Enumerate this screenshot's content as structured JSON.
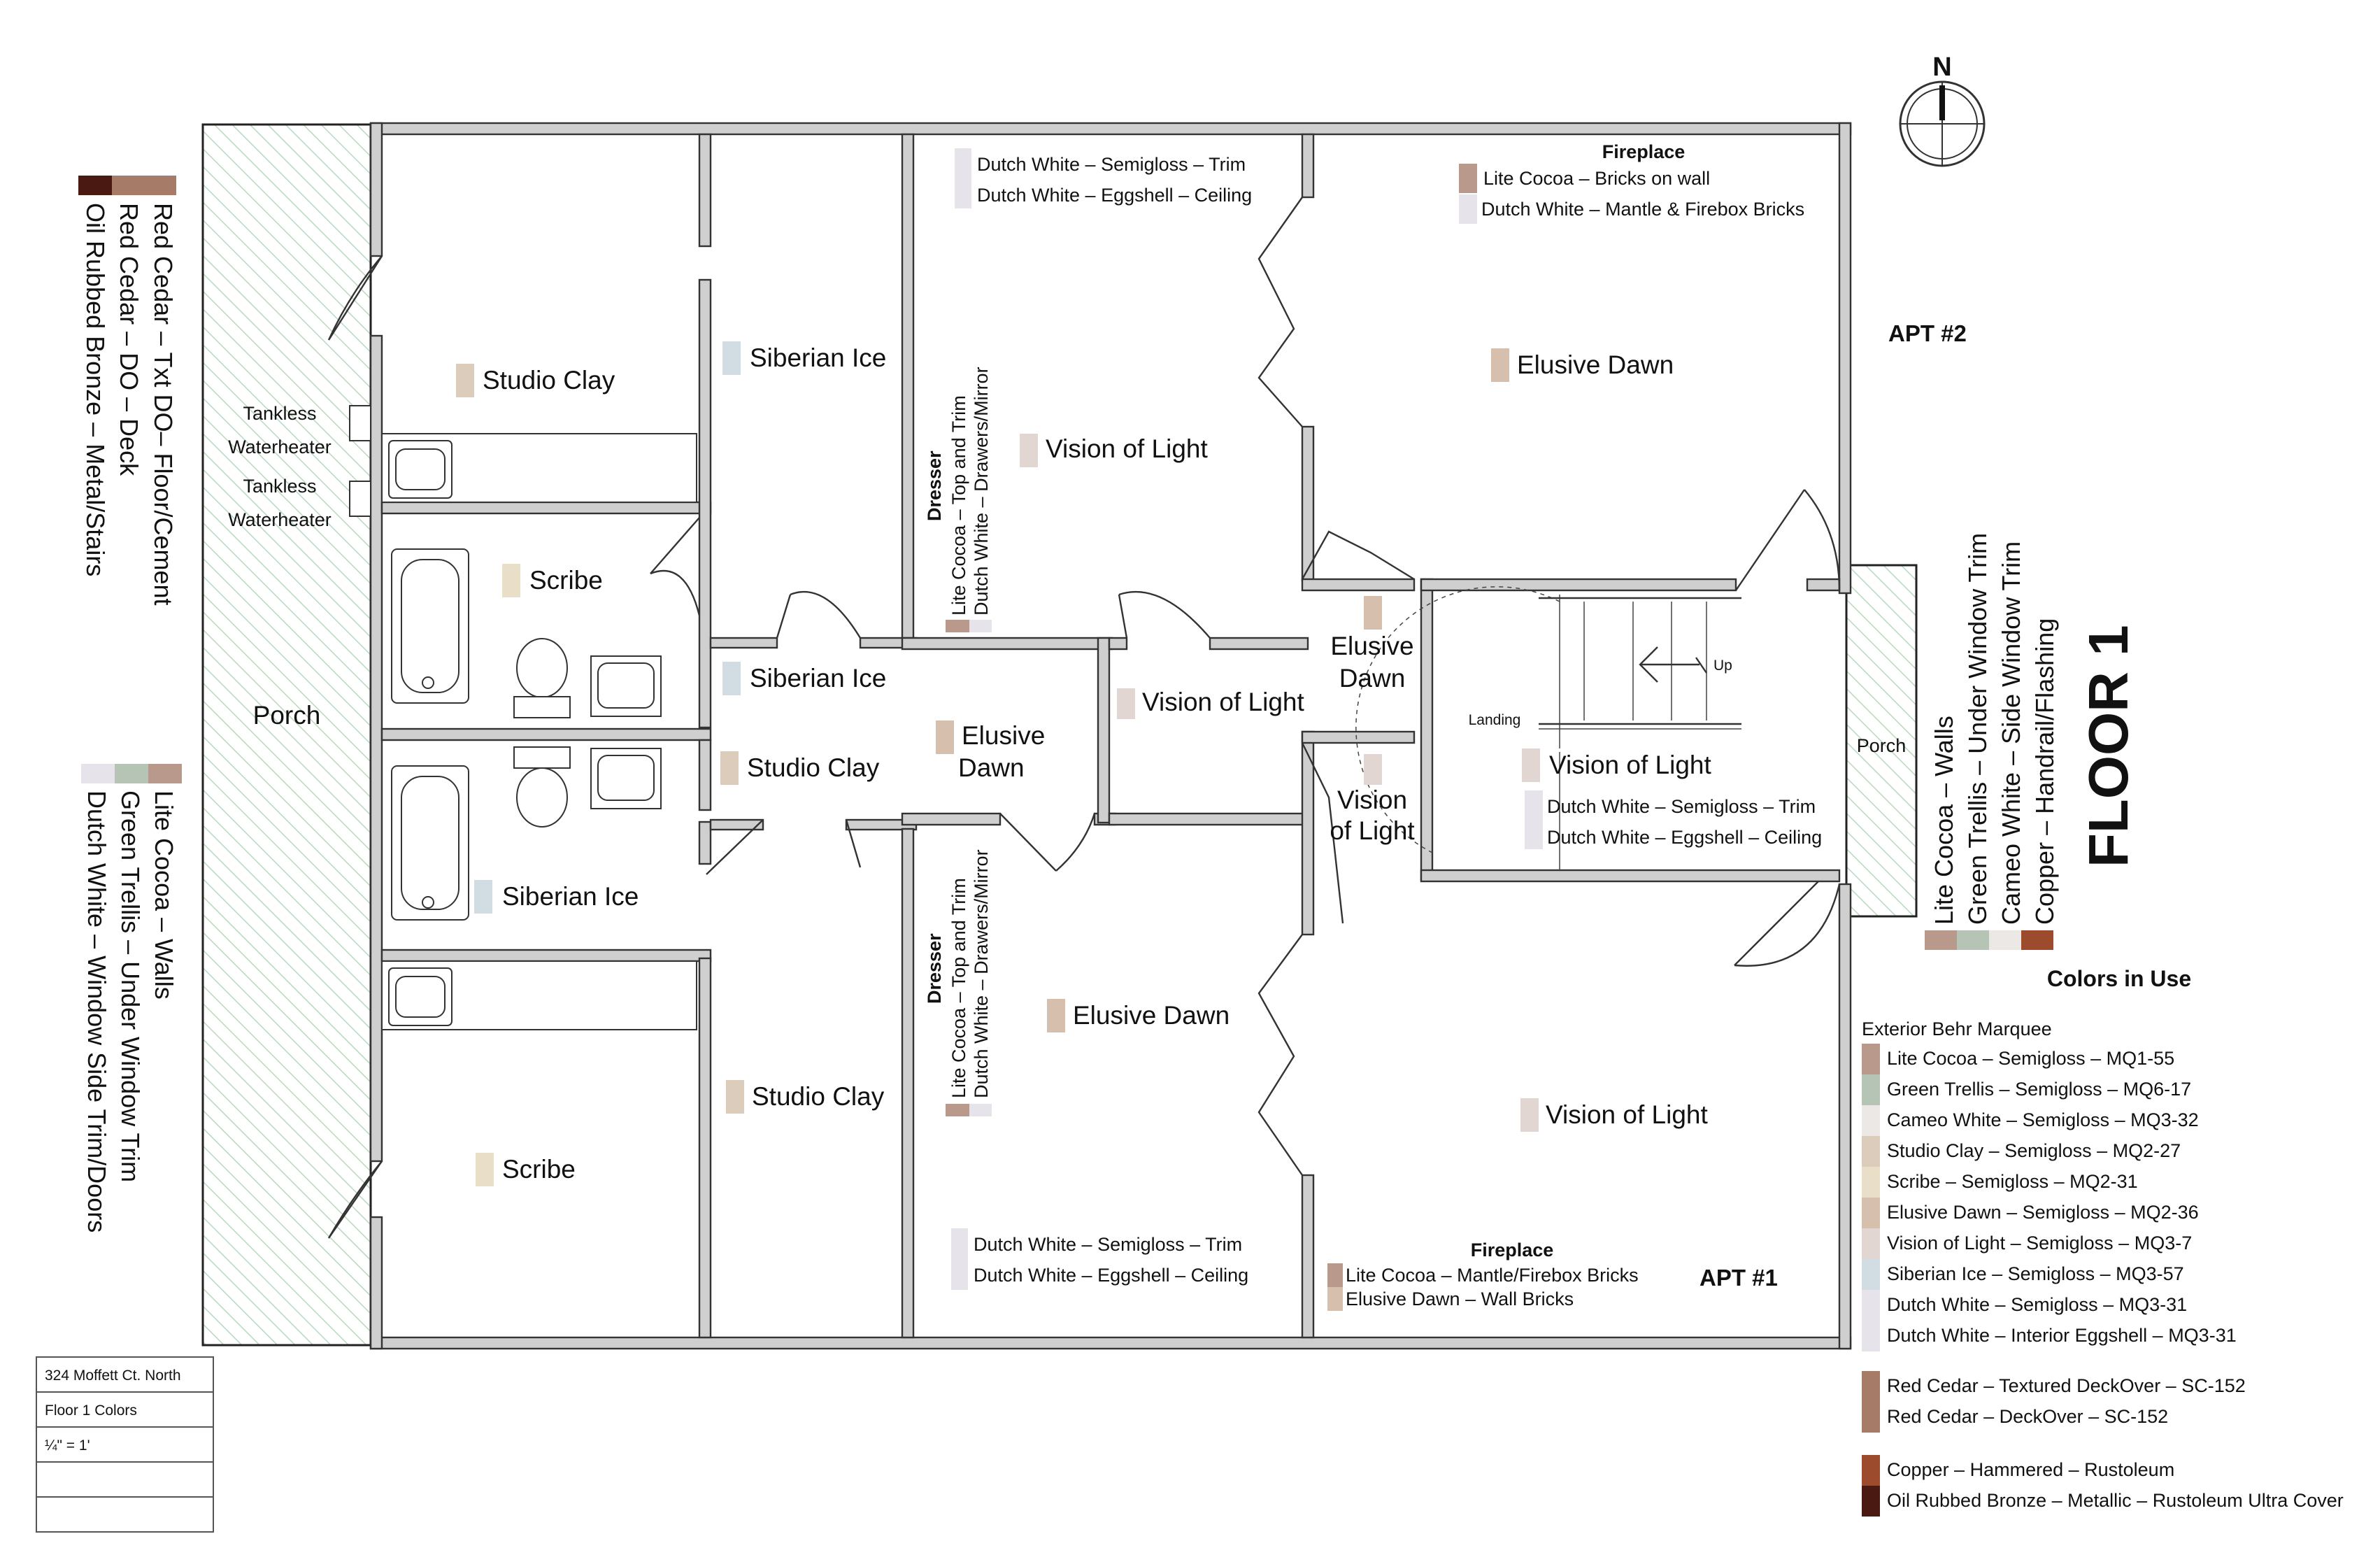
{
  "compass": {
    "north_label": "N"
  },
  "apartments": {
    "apt2": "APT #2",
    "apt1": "APT #1"
  },
  "floor_title": "FLOOR 1",
  "porch": {
    "west": "Porch",
    "east": "Porch"
  },
  "fixtures": {
    "tankless1_line1": "Tankless",
    "tankless1_line2": "Waterheater",
    "tankless2_line1": "Tankless",
    "tankless2_line2": "Waterheater",
    "landing": "Landing",
    "up": "Up"
  },
  "rooms": {
    "studio_clay_1": "Studio Clay",
    "siberian_ice_1": "Siberian Ice",
    "scribe_1": "Scribe",
    "siberian_ice_2": "Siberian Ice",
    "studio_clay_2": "Studio Clay",
    "siberian_ice_3": "Siberian Ice",
    "studio_clay_3": "Studio Clay",
    "scribe_2": "Scribe",
    "vision_of_light_1": "Vision of Light",
    "elusive_dawn_hall_1": "Elusive",
    "elusive_dawn_hall_2": "Dawn",
    "vision_of_light_2": "Vision of Light",
    "elusive_dawn_1": "Elusive Dawn",
    "elusive_dawn_closet_1": "Elusive",
    "elusive_dawn_closet_2": "Dawn",
    "vision_closet_1": "Vision",
    "vision_closet_2": "of Light",
    "vision_of_light_stair": "Vision of Light",
    "elusive_dawn_2": "Elusive Dawn",
    "vision_of_light_3": "Vision of Light"
  },
  "notes": {
    "bed2_trim": "Dutch White – Semigloss – Trim",
    "bed2_ceiling": "Dutch White – Eggshell – Ceiling",
    "fireplace_top_title": "Fireplace",
    "fireplace_top_1": "Lite Cocoa – Bricks on wall",
    "fireplace_top_2": "Dutch White – Mantle & Firebox Bricks",
    "dresser_top_title": "Dresser",
    "dresser_top_1": "Lite Cocoa – Top and Trim",
    "dresser_top_2": "Dutch White – Drawers/Mirror",
    "dresser_bot_title": "Dresser",
    "dresser_bot_1": "Lite Cocoa – Top and Trim",
    "dresser_bot_2": "Dutch White – Drawers/Mirror",
    "stair_trim": "Dutch White – Semigloss – Trim",
    "stair_ceiling": "Dutch White – Eggshell – Ceiling",
    "bed1_trim": "Dutch White – Semigloss – Trim",
    "bed1_ceiling": "Dutch White – Eggshell – Ceiling",
    "fireplace_bot_title": "Fireplace",
    "fireplace_bot_1": "Lite Cocoa – Mantle/Firebox Bricks",
    "fireplace_bot_2": "Elusive Dawn – Wall Bricks"
  },
  "side_legend_top": [
    {
      "label": "Red Cedar – Txt DO– Floor/Cement",
      "color": "#a67b67"
    },
    {
      "label": "Red Cedar – DO – Deck",
      "color": "#a67b67"
    },
    {
      "label": "Oil Rubbed Bronze – Metal/Stairs",
      "color": "#4a1a12"
    }
  ],
  "side_legend_mid": [
    {
      "label": "Lite Cocoa – Walls",
      "color": "#b9998c"
    },
    {
      "label": "Green Trellis – Under Window Trim",
      "color": "#b5c4b4"
    },
    {
      "label": "Dutch White – Window Side Trim/Doors",
      "color": "#e6e4ea"
    }
  ],
  "side_legend_right": [
    {
      "label": "Lite Cocoa – Walls",
      "color": "#b9998c"
    },
    {
      "label": "Green Trellis – Under Window Trim",
      "color": "#b5c4b4"
    },
    {
      "label": "Cameo White – Side Window Trim",
      "color": "#ece8e6"
    },
    {
      "label": "Copper – Handrail/Flashing",
      "color": "#9c4c2c"
    }
  ],
  "colors_in_use": {
    "title": "Colors in Use",
    "subtitle": "Exterior Behr Marquee",
    "group1": [
      {
        "label": "Lite Cocoa – Semigloss – MQ1-55",
        "color": "#b9998c"
      },
      {
        "label": "Green Trellis – Semigloss – MQ6-17",
        "color": "#b5c4b4"
      },
      {
        "label": "Cameo White – Semigloss – MQ3-32",
        "color": "#ece8e6"
      },
      {
        "label": "Studio Clay – Semigloss – MQ2-27",
        "color": "#dcccbb"
      },
      {
        "label": "Scribe – Semigloss – MQ2-31",
        "color": "#e9dfc8"
      },
      {
        "label": "Elusive Dawn – Semigloss – MQ2-36",
        "color": "#d7bfae"
      },
      {
        "label": "Vision of Light – Semigloss – MQ3-7",
        "color": "#e2d6d2"
      },
      {
        "label": "Siberian Ice – Semigloss – MQ3-57",
        "color": "#d2dce3"
      },
      {
        "label": "Dutch White – Semigloss – MQ3-31",
        "color": "#e6e4ea"
      },
      {
        "label": "Dutch White – Interior Eggshell – MQ3-31",
        "color": "#e6e4ea"
      }
    ],
    "group2": [
      {
        "label": "Red Cedar – Textured DeckOver – SC-152",
        "color": "#a67b67"
      },
      {
        "label": "Red Cedar – DeckOver – SC-152",
        "color": "#a67b67"
      }
    ],
    "group3": [
      {
        "label": "Copper – Hammered – Rustoleum",
        "color": "#9c4c2c"
      },
      {
        "label": "Oil Rubbed Bronze – Metallic – Rustoleum Ultra Cover",
        "color": "#4a1a12"
      }
    ]
  },
  "title_block": {
    "address": "324 Moffett Ct. North",
    "sheet": "Floor 1 Colors",
    "scale": "¼\" = 1'",
    "row4": "",
    "row5": ""
  },
  "swatch_colors": {
    "lite_cocoa": "#b9998c",
    "studio_clay": "#dcccbb",
    "scribe": "#e9dfc8",
    "elusive_dawn": "#d7bfae",
    "vision_of_light": "#e2d6d2",
    "siberian_ice": "#d2dce3",
    "dutch_white": "#e6e4ea"
  }
}
